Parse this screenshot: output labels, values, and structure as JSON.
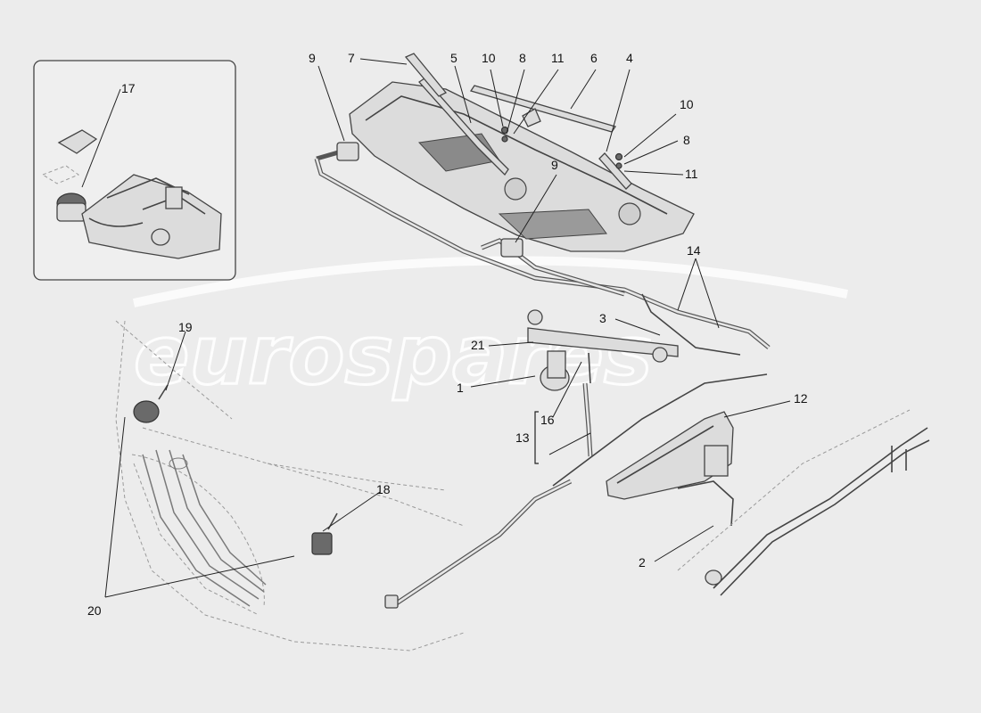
{
  "diagram": {
    "watermark": "eurospares",
    "callouts": [
      "1",
      "2",
      "3",
      "4",
      "5",
      "6",
      "7",
      "8",
      "9",
      "10",
      "11",
      "12",
      "13",
      "14",
      "16",
      "17",
      "18",
      "19",
      "20",
      "21"
    ]
  }
}
